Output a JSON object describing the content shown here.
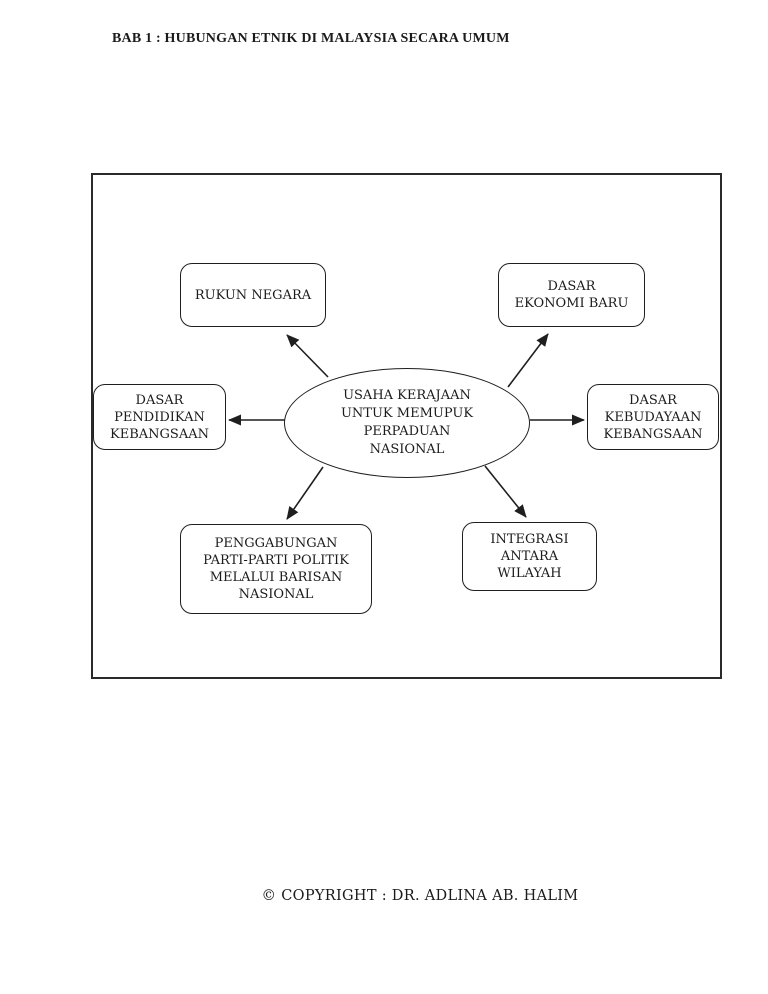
{
  "page": {
    "title": "BAB 1 : HUBUNGAN ETNIK DI MALAYSIA SECARA UMUM",
    "footer": "© COPYRIGHT : DR. ADLINA AB. HALIM"
  },
  "diagram": {
    "type": "concept-map",
    "center_node": "USAHA KERAJAAN\nUNTUK MEMUPUK\nPERPADUAN\nNASIONAL",
    "nodes": {
      "rukun_negara": "RUKUN NEGARA",
      "dasar_ekonomi_baru": "DASAR\nEKONOMI BARU",
      "dasar_pendidikan_kebangsaan": "DASAR\nPENDIDIKAN\nKEBANGSAAN",
      "dasar_kebudayaan_kebangsaan": "DASAR\nKEBUDAYAAN\nKEBANGSAAN",
      "penggabungan_parti": "PENGGABUNGAN\nPARTI-PARTI POLITIK\nMELALUI BARISAN\nNASIONAL",
      "integrasi_antara_wilayah": "INTEGRASI\nANTARA\nWILAYAH"
    },
    "edges": [
      {
        "from": "center",
        "to": "rukun_negara"
      },
      {
        "from": "center",
        "to": "dasar_ekonomi_baru"
      },
      {
        "from": "center",
        "to": "dasar_pendidikan_kebangsaan"
      },
      {
        "from": "center",
        "to": "dasar_kebudayaan_kebangsaan"
      },
      {
        "from": "center",
        "to": "penggabungan_parti"
      },
      {
        "from": "center",
        "to": "integrasi_antara_wilayah"
      }
    ],
    "colors": {
      "stroke": "#1f1f1f",
      "text": "#1b1b1b",
      "background": "#ffffff"
    }
  }
}
